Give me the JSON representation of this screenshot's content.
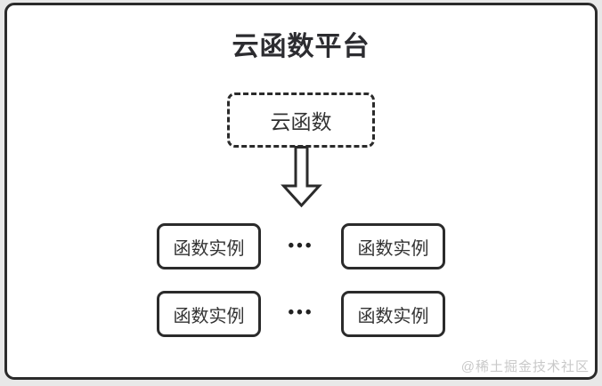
{
  "diagram": {
    "title": "云函数平台",
    "cloud_function": {
      "label": "云函数"
    },
    "arrow": {
      "icon": "down-block-arrow-icon",
      "direction": "down"
    },
    "rows": [
      {
        "left_label": "函数实例",
        "ellipsis": "•••",
        "right_label": "函数实例"
      },
      {
        "left_label": "函数实例",
        "ellipsis": "•••",
        "right_label": "函数实例"
      }
    ],
    "watermark": "@稀土掘金技术社区",
    "colors": {
      "ink": "#2b2b2b",
      "text": "#333333",
      "card_bg": "#ffffff",
      "page_bg": "#e8e8e8",
      "watermark": "#c9c9c9"
    }
  }
}
